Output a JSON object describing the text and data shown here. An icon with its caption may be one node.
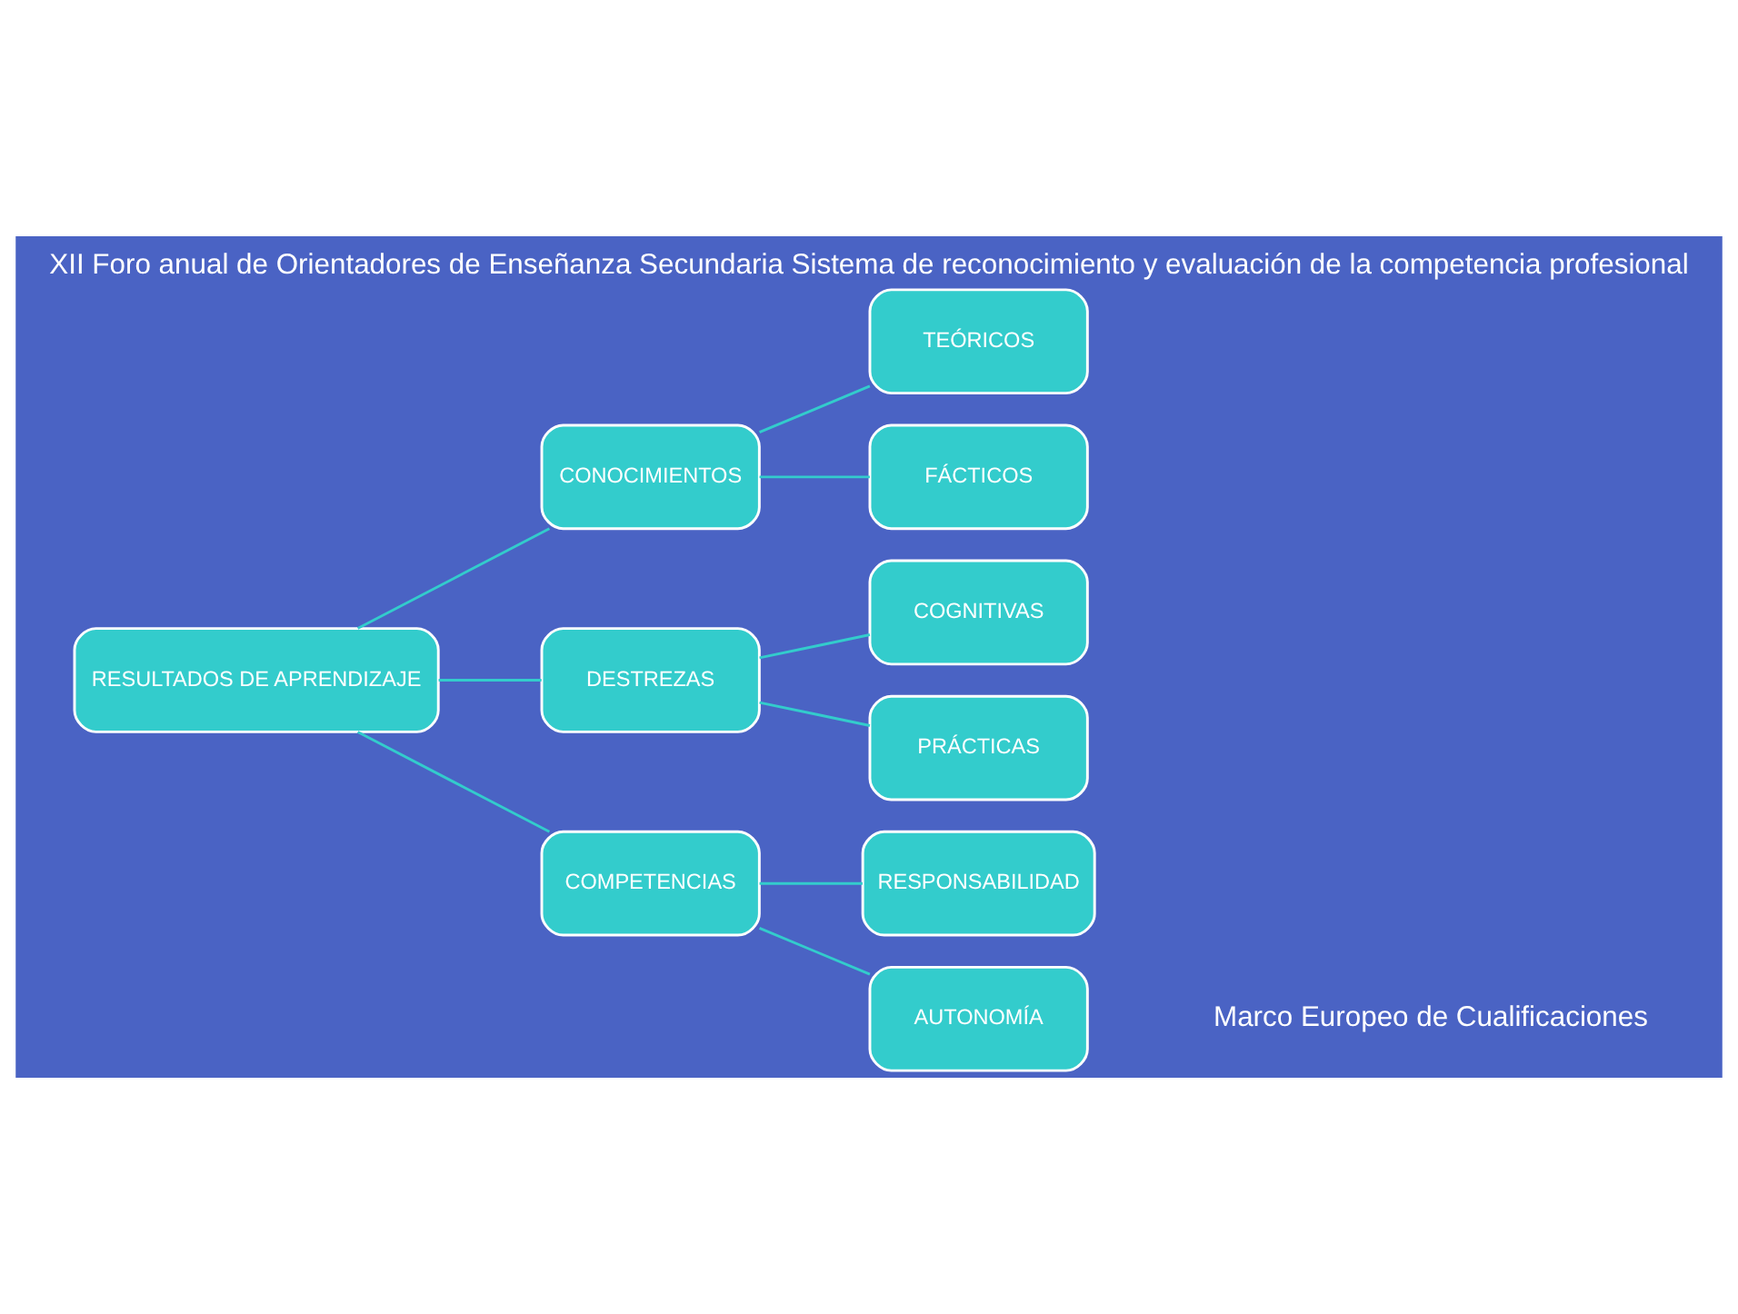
{
  "diagram": {
    "title": "XII Foro anual de Orientadores de Enseñanza Secundaria Sistema de reconocimiento y evaluación de la competencia profesional",
    "caption": "Marco Europeo de Cualificaciones",
    "nodes": [
      {
        "text": [
          "RESULTADOS DE APRENDIZAJE"
        ]
      },
      {
        "text": [
          "CONOCIMIENTOS"
        ]
      },
      {
        "text": [
          "DESTREZAS"
        ]
      },
      {
        "text": [
          "COMPETENCIAS"
        ]
      },
      {
        "text": [
          "TEÓRICOS"
        ]
      },
      {
        "text": [
          "FÁCTICOS"
        ]
      },
      {
        "text": [
          "COGNITIVAS"
        ]
      },
      {
        "text": [
          "PRÁCTICAS"
        ]
      },
      {
        "text": [
          "RESPONSABILIDAD"
        ]
      },
      {
        "text": [
          "AUTONOMÍA"
        ]
      }
    ],
    "edges": [
      {
        "from": 0,
        "to": 1,
        "arrow": "none"
      },
      {
        "from": 0,
        "to": 2,
        "arrow": "none"
      },
      {
        "from": 0,
        "to": 3,
        "arrow": "none"
      },
      {
        "from": 1,
        "to": 4,
        "arrow": "none"
      },
      {
        "from": 1,
        "to": 5,
        "arrow": "none"
      },
      {
        "from": 2,
        "to": 6,
        "arrow": "none"
      },
      {
        "from": 2,
        "to": 7,
        "arrow": "none"
      },
      {
        "from": 3,
        "to": 8,
        "arrow": "none"
      },
      {
        "from": 3,
        "to": 9,
        "arrow": "none"
      }
    ]
  }
}
